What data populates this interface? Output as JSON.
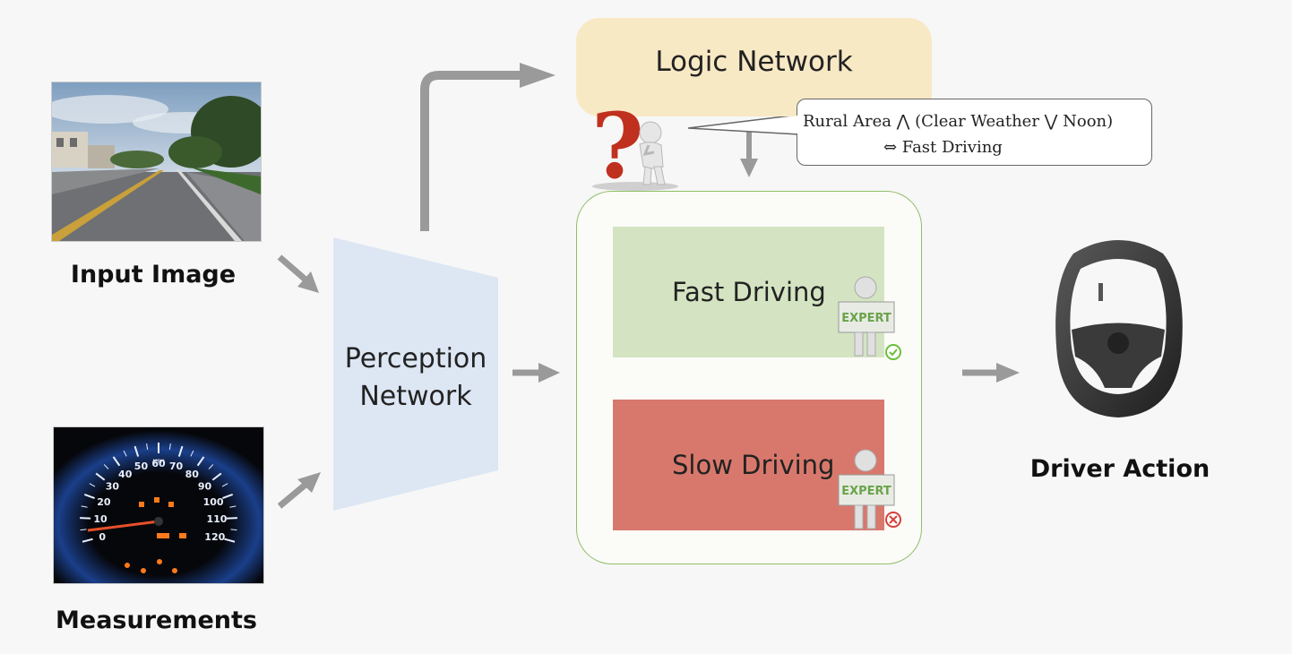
{
  "inputs": {
    "image_caption": "Input Image",
    "measurements_caption": "Measurements"
  },
  "gauge": {
    "ticks": [
      "0",
      "10",
      "20",
      "30",
      "40",
      "50",
      "60",
      "70",
      "80",
      "90",
      "100",
      "110",
      "120"
    ],
    "unit": "MPH"
  },
  "perception": {
    "line1": "Perception",
    "line2": "Network"
  },
  "logic": {
    "title": "Logic Network"
  },
  "rule": {
    "line1": "Rural Area ⋀ (Clear Weather ⋁ Noon)",
    "line2": "⇔ Fast Driving"
  },
  "experts": {
    "fast_label": "Fast Driving",
    "slow_label": "Slow Driving",
    "badge_text": "EXPERT"
  },
  "output": {
    "caption": "Driver Action"
  },
  "colors": {
    "arrow": "#9a9a9a",
    "perception_fill": "#dde6f3",
    "logic_fill": "#f8e9c5",
    "fast_fill": "#d4e4c2",
    "slow_fill": "#d8786c",
    "frame_border": "#8fbf6a",
    "question_mark": "#c0301e"
  }
}
